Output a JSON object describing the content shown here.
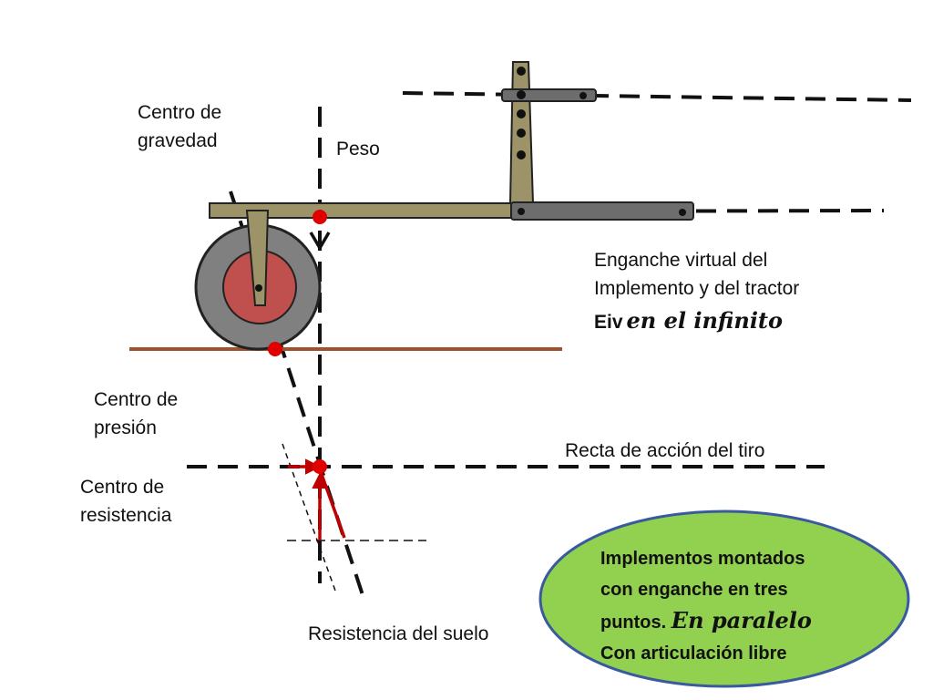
{
  "labels": {
    "centro_gravedad": "Centro de\ngravedad",
    "peso": "Peso",
    "enganche_virtual": "Enganche virtual del\nImplemento y del tractor",
    "eiv_prefix": "Eiv",
    "eiv_script": "en el infinito",
    "centro_presion": "Centro de\npresión",
    "recta_accion": "Recta de acción del tiro",
    "centro_resistencia": "Centro de\nresistencia",
    "resistencia_suelo": "Resistencia del  suelo"
  },
  "callout": {
    "line1": "Implementos montados",
    "line2": "con enganche en tres",
    "line3_prefix": "puntos.",
    "line3_script": "En paralelo",
    "line4": "Con articulación libre"
  },
  "colors": {
    "frame": "#9c9468",
    "hitch_bar": "#6d6d6d",
    "wheel_tire": "#808080",
    "wheel_hub": "#c0504d",
    "ground": "#a0522d",
    "force_arrow": "#c00000",
    "marker": "#e00000",
    "callout_fill": "#92d050",
    "callout_border": "#3a5aa0"
  }
}
